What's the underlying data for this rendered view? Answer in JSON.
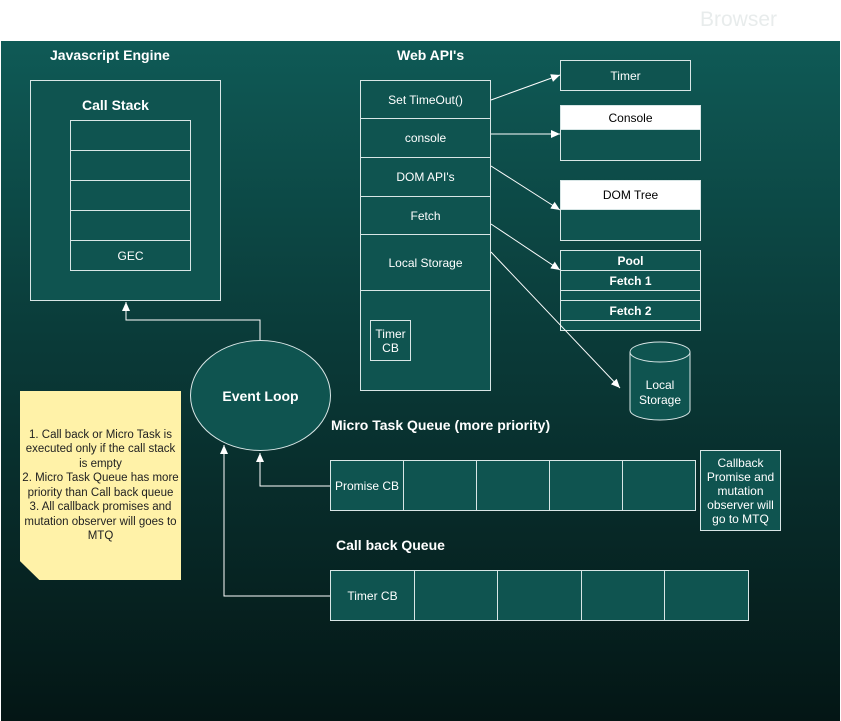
{
  "browser_label": "Browser",
  "js_engine": {
    "title": "Javascript Engine",
    "call_stack_title": "Call Stack",
    "gec_label": "GEC"
  },
  "web_apis": {
    "title": "Web API's",
    "items": [
      "Set TimeOut()",
      "console",
      "DOM API's",
      "Fetch",
      "Local Storage"
    ],
    "timer_cb": "Timer\nCB"
  },
  "resources": {
    "timer": "Timer",
    "console": "Console",
    "dom_tree": "DOM Tree",
    "pool": "Pool",
    "fetch1": "Fetch 1",
    "fetch2": "Fetch 2",
    "local_storage": "Local\nStorage"
  },
  "event_loop": "Event Loop",
  "micro_task_queue": {
    "title": "Micro Task Queue (more priority)",
    "first": "Promise CB"
  },
  "callback_note": "Callback Promise and mutation observer will go to MTQ",
  "call_back_queue": {
    "title": "Call back Queue",
    "first": "Timer CB"
  },
  "sticky_note": "1. Call back or Micro Task is executed only if the call stack is empty\n2. Micro Task Queue has more priority than Call back queue\n3. All callback promises and mutation observer will goes to MTQ",
  "colors": {
    "panel": "#0f5450",
    "line": "#d8e6e6",
    "note": "#fff2a8"
  }
}
